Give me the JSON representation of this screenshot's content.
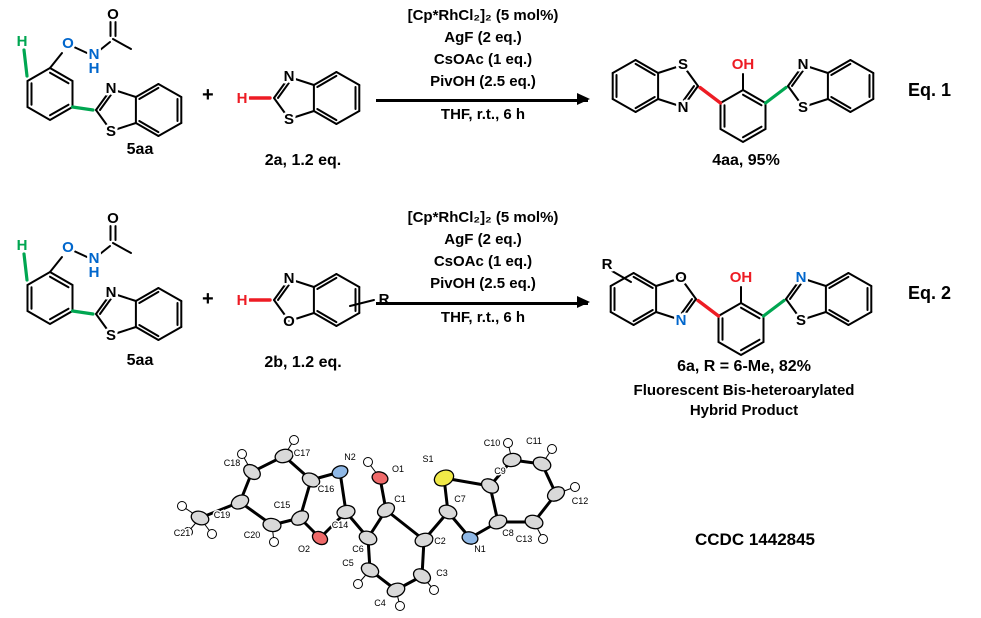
{
  "colors": {
    "green_bond": "#00a651",
    "red_bond": "#ed1c24",
    "blue_atom": "#0066cc",
    "red_atom": "#ed1c24",
    "sulfur_ellipse": "#f0e948",
    "nitrogen_ellipse": "#8fb8e6",
    "oxygen_ellipse": "#ef6a6a",
    "carbon_ellipse": "#d9d9d9"
  },
  "atom_labels": {
    "H": "H",
    "O": "O",
    "N": "N",
    "S": "S",
    "OH": "OH",
    "R": "R"
  },
  "eq1": {
    "reactant1_label": "5aa",
    "plus": "+",
    "reactant2_label": "2a, 1.2 eq.",
    "conditions": [
      "[Cp*RhCl₂]₂ (5 mol%)",
      "AgF (2 eq.)",
      "CsOAc (1 eq.)",
      "PivOH (2.5 eq.)"
    ],
    "solvent_line": "THF, r.t., 6 h",
    "product_label": "4aa, 95%",
    "tag": "Eq. 1"
  },
  "eq2": {
    "reactant1_label": "5aa",
    "plus": "+",
    "reactant2_label": "2b, 1.2 eq.",
    "conditions": [
      "[Cp*RhCl₂]₂ (5 mol%)",
      "AgF (2 eq.)",
      "CsOAc (1 eq.)",
      "PivOH (2.5 eq.)"
    ],
    "solvent_line": "THF, r.t., 6 h",
    "product_label": "6a, R = 6-Me, 82%",
    "product_note_line1": "Fluorescent Bis-heteroarylated",
    "product_note_line2": "Hybrid Product",
    "tag": "Eq. 2"
  },
  "ortep": {
    "ccdc_label": "CCDC 1442845",
    "atoms": {
      "C1": "C1",
      "C2": "C2",
      "C3": "C3",
      "C4": "C4",
      "C5": "C5",
      "C6": "C6",
      "C7": "C7",
      "C8": "C8",
      "C9": "C9",
      "C10": "C10",
      "C11": "C11",
      "C12": "C12",
      "C13": "C13",
      "C14": "C14",
      "C15": "C15",
      "C16": "C16",
      "C17": "C17",
      "C18": "C18",
      "C19": "C19",
      "C20": "C20",
      "C21": "C21",
      "N1": "N1",
      "N2": "N2",
      "O1": "O1",
      "O2": "O2",
      "S1": "S1"
    }
  }
}
